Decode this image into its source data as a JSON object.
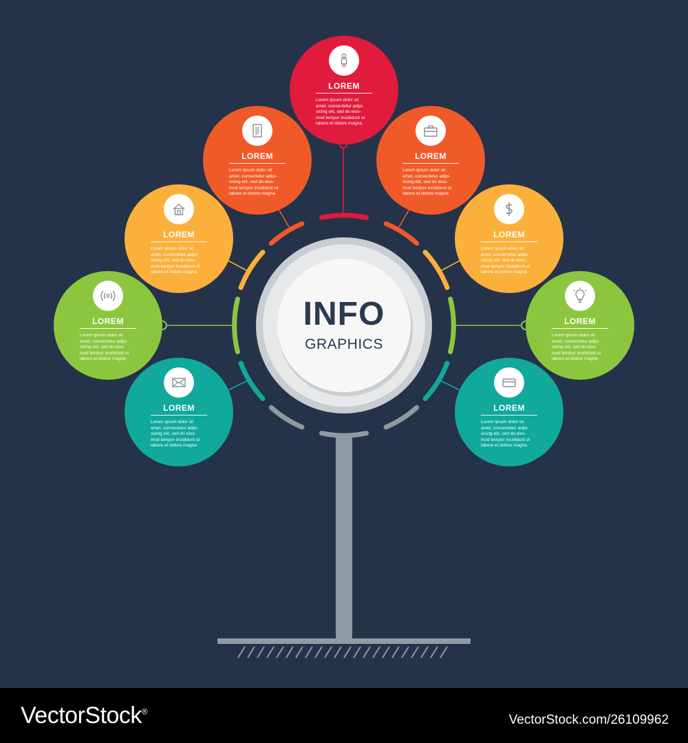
{
  "colors": {
    "background": "#243349",
    "red": "#e11b3c",
    "orange": "#f05a28",
    "yellow": "#fbb03b",
    "green": "#8cc63f",
    "teal": "#10a99c",
    "stem": "#8f9aa2",
    "footer": "#000000"
  },
  "center": {
    "title": "INFO",
    "subtitle": "GRAPHICS"
  },
  "nodes": [
    {
      "title": "LOREM",
      "icon": "person-icon",
      "color": "#e11b3c",
      "body": "Lorem ipsum dolor sit\namet, consectetur adipi-\nsicing elit, sed do eius-\nmod tempor incididunt ut\nlabore et dolore magna"
    },
    {
      "title": "LOREM",
      "icon": "document-icon",
      "color": "#f05a28",
      "body": "Lorem ipsum dolor sit\namet, consectetur adipi-\nsicing elit, sed do eius-\nmod tempor incididunt ut\nlabore et dolore magna"
    },
    {
      "title": "LOREM",
      "icon": "briefcase-icon",
      "color": "#f05a28",
      "body": "Lorem ipsum dolor sit\namet, consectetur adipi-\nsicing elit, sed do eius-\nmod tempor incididunt ut\nlabore et dolore magna"
    },
    {
      "title": "LOREM",
      "icon": "home-icon",
      "color": "#fbb03b",
      "body": "Lorem ipsum dolor sit\namet, consectetur adipi-\nsicing elit, sed do eius-\nmod tempor incididunt ut\nlabore et dolore magna"
    },
    {
      "title": "LOREM",
      "icon": "dollar-icon",
      "color": "#fbb03b",
      "body": "Lorem ipsum dolor sit\namet, consectetur adipi-\nsicing elit, sed do eius-\nmod tempor incididunt ut\nlabore et dolore magna"
    },
    {
      "title": "LOREM",
      "icon": "signal-icon",
      "color": "#8cc63f",
      "body": "Lorem ipsum dolor sit\namet, consectetur adipi-\nsicing elit, sed do eius-\nmod tempor incididunt ut\nlabore et dolore magna"
    },
    {
      "title": "LOREM",
      "icon": "lightbulb-icon",
      "color": "#8cc63f",
      "body": "Lorem ipsum dolor sit\namet, consectetur adipi-\nsicing elit, sed do eius-\nmod tempor incididunt ut\nlabore et dolore magna"
    },
    {
      "title": "LOREM",
      "icon": "envelope-icon",
      "color": "#10a99c",
      "body": "Lorem ipsum dolor sit\namet, consectetur adipi-\nsicing elit, sed do eius-\nmod tempor incididunt ut\nlabore et dolore magna"
    },
    {
      "title": "LOREM",
      "icon": "card-icon",
      "color": "#10a99c",
      "body": "Lorem ipsum dolor sit\namet, consectetur adipi-\nsicing elit, sed do eius-\nmod tempor incididunt ut\nlabore et dolore magna"
    }
  ],
  "footer": {
    "brand": "VectorStock",
    "trademark": "®",
    "image_id": "VectorStock.com/26109962"
  }
}
